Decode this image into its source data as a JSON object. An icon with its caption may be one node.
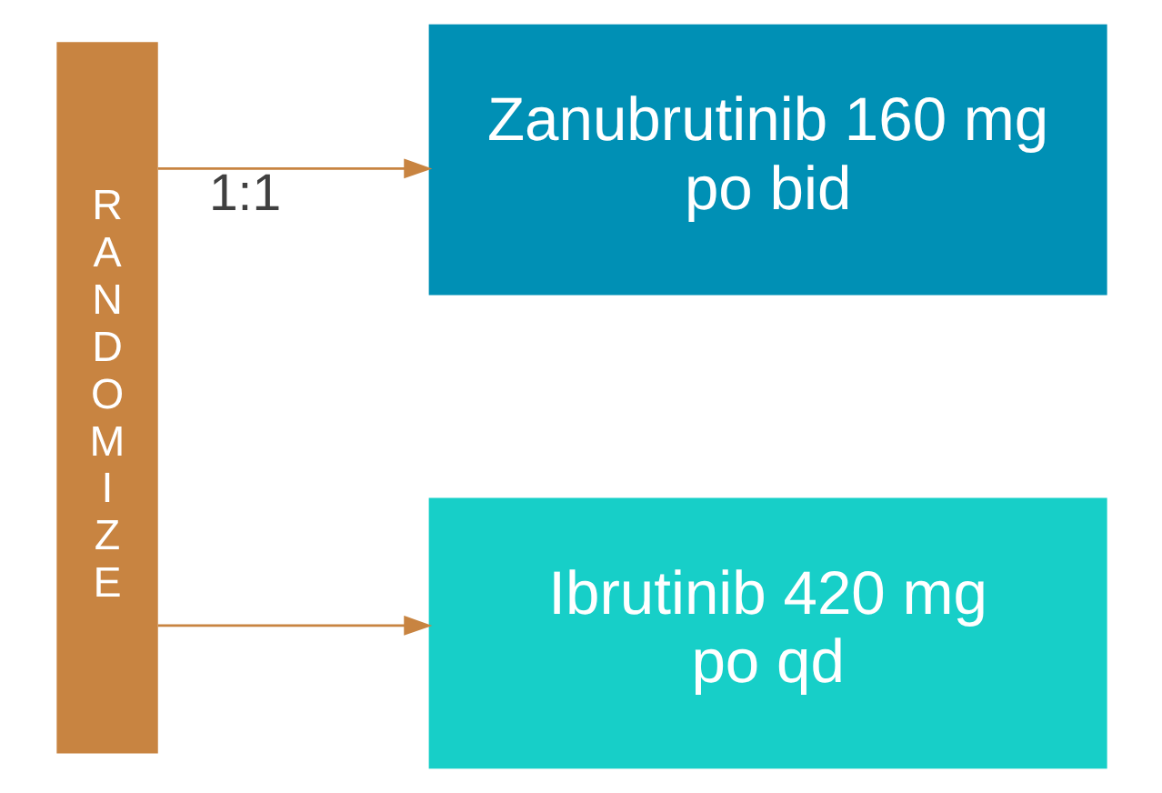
{
  "diagram": {
    "nodes": [
      {
        "text": [
          "R A N D O M I Z E"
        ]
      },
      {
        "text": [
          "Zanubrutinib 160 mg po bid"
        ]
      },
      {
        "text": [
          "Ibrutinib 420 mg po qd"
        ]
      }
    ],
    "edges": [
      {
        "from": 0,
        "to": 1,
        "arrow": "to",
        "label": "1:1"
      },
      {
        "from": 0,
        "to": 2,
        "arrow": "to"
      }
    ]
  }
}
